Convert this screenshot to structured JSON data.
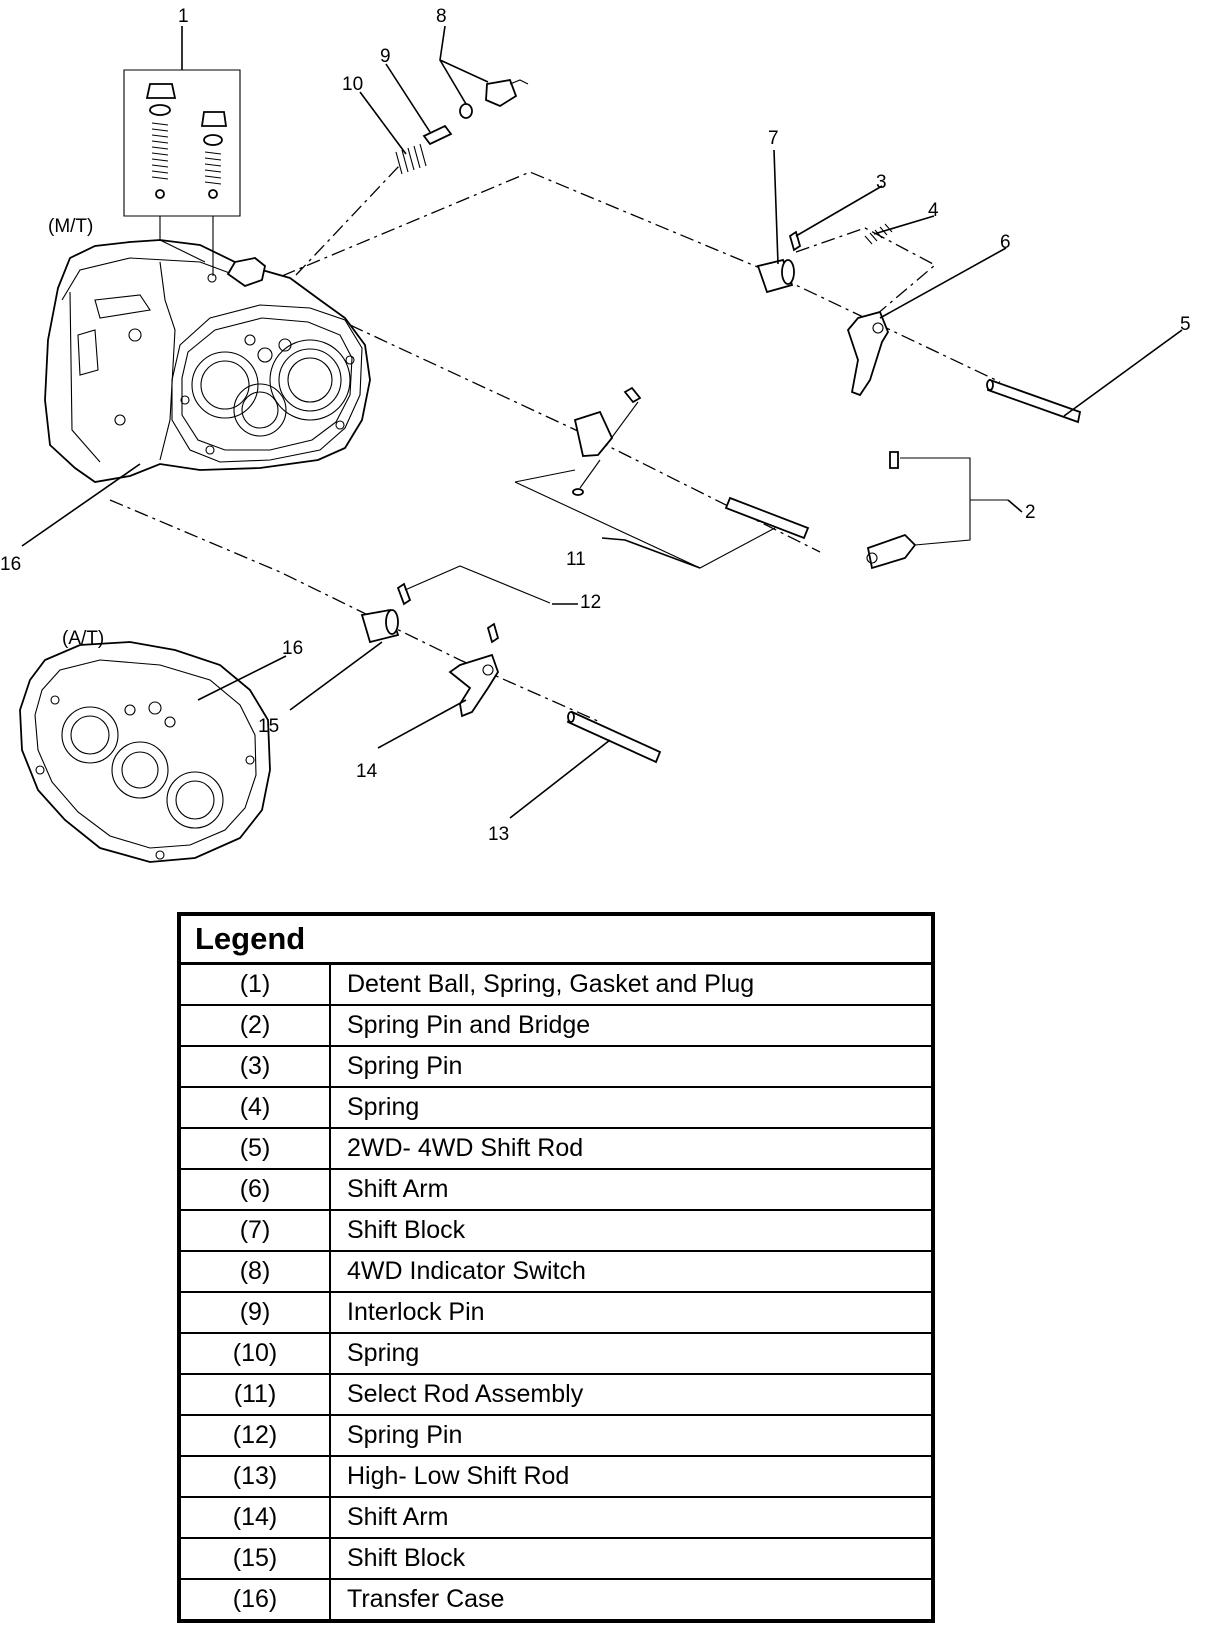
{
  "callouts": [
    {
      "id": "c1",
      "text": "1"
    },
    {
      "id": "c2",
      "text": "2"
    },
    {
      "id": "c3",
      "text": "3"
    },
    {
      "id": "c4",
      "text": "4"
    },
    {
      "id": "c5",
      "text": "5"
    },
    {
      "id": "c6",
      "text": "6"
    },
    {
      "id": "c7",
      "text": "7"
    },
    {
      "id": "c8",
      "text": "8"
    },
    {
      "id": "c9",
      "text": "9"
    },
    {
      "id": "c10",
      "text": "10"
    },
    {
      "id": "c11",
      "text": "11"
    },
    {
      "id": "c12",
      "text": "12"
    },
    {
      "id": "c13",
      "text": "13"
    },
    {
      "id": "c14",
      "text": "14"
    },
    {
      "id": "c15",
      "text": "15"
    },
    {
      "id": "c16a",
      "text": "16"
    },
    {
      "id": "c16b",
      "text": "16"
    }
  ],
  "variant_labels": {
    "manual": "(M/T)",
    "automatic": "(A/T)"
  },
  "legend": {
    "title": "Legend",
    "rows": [
      {
        "num": "(1)",
        "desc": "Detent Ball, Spring, Gasket and Plug"
      },
      {
        "num": "(2)",
        "desc": "Spring Pin and Bridge"
      },
      {
        "num": "(3)",
        "desc": "Spring Pin"
      },
      {
        "num": "(4)",
        "desc": "Spring"
      },
      {
        "num": "(5)",
        "desc": "2WD- 4WD Shift Rod"
      },
      {
        "num": "(6)",
        "desc": "Shift Arm"
      },
      {
        "num": "(7)",
        "desc": "Shift Block"
      },
      {
        "num": "(8)",
        "desc": "4WD Indicator Switch"
      },
      {
        "num": "(9)",
        "desc": "Interlock Pin"
      },
      {
        "num": "(10)",
        "desc": "Spring"
      },
      {
        "num": "(11)",
        "desc": "Select Rod Assembly"
      },
      {
        "num": "(12)",
        "desc": "Spring Pin"
      },
      {
        "num": "(13)",
        "desc": "High- Low Shift Rod"
      },
      {
        "num": "(14)",
        "desc": "Shift Arm"
      },
      {
        "num": "(15)",
        "desc": "Shift Block"
      },
      {
        "num": "(16)",
        "desc": "Transfer Case"
      }
    ]
  }
}
